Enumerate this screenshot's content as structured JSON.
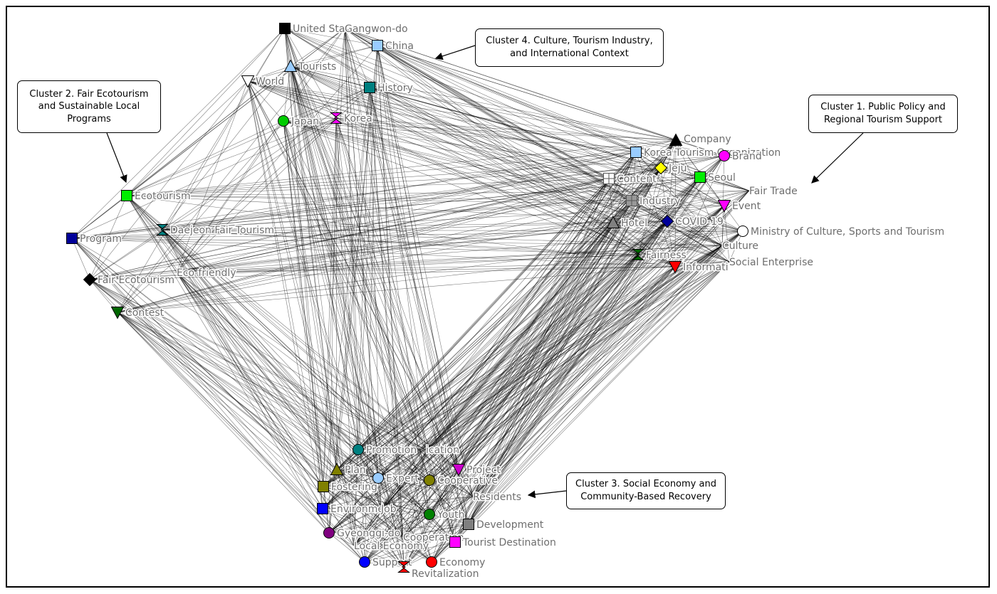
{
  "figure": {
    "clusters": [
      {
        "id": "c1",
        "text": "Cluster 1. Public Policy and\nRegional Tourism Support"
      },
      {
        "id": "c2",
        "text": "Cluster 2. Fair Ecotourism\nand Sustainable Local\nPrograms"
      },
      {
        "id": "c3",
        "text": "Cluster 3. Social Economy and\nCommunity-Based Recovery"
      },
      {
        "id": "c4",
        "text": "Cluster 4. Culture, Tourism Industry,\nand International Context"
      }
    ],
    "nodes": [
      {
        "id": "united-states",
        "label": "United Sta",
        "shape": "square",
        "color": "#000000"
      },
      {
        "id": "gangwon-do",
        "label": "Gangwon-do",
        "shape": "none",
        "color": "#ffffff"
      },
      {
        "id": "china",
        "label": "China",
        "shape": "square",
        "color": "#99ccff"
      },
      {
        "id": "tourists",
        "label": "Tourists",
        "shape": "triangle-up",
        "color": "#99ccff"
      },
      {
        "id": "world",
        "label": "World",
        "shape": "triangle-down",
        "color": "#ffffff"
      },
      {
        "id": "history",
        "label": "History",
        "shape": "square",
        "color": "#008080"
      },
      {
        "id": "japan",
        "label": "Japan",
        "shape": "circle",
        "color": "#00cc00"
      },
      {
        "id": "korea",
        "label": "Korea",
        "shape": "hourglass",
        "color": "#ff00ff"
      },
      {
        "id": "company",
        "label": "Company",
        "shape": "triangle-up",
        "color": "#000000"
      },
      {
        "id": "korea-tourism",
        "label": "Korea Tourism Organization",
        "shape": "square",
        "color": "#99ccff"
      },
      {
        "id": "brand",
        "label": "Brand",
        "shape": "circle",
        "color": "#ff00ff"
      },
      {
        "id": "jeju",
        "label": "Jeju",
        "shape": "diamond",
        "color": "#ffff00"
      },
      {
        "id": "content",
        "label": "Content",
        "shape": "grid",
        "color": "#ffffff"
      },
      {
        "id": "seoul",
        "label": "Seoul",
        "shape": "square",
        "color": "#00ee00"
      },
      {
        "id": "fair-trade",
        "label": "Fair Trade",
        "shape": "none",
        "color": "#ffffff"
      },
      {
        "id": "industry",
        "label": "Industry",
        "shape": "grid",
        "color": "#999999"
      },
      {
        "id": "event",
        "label": "Event",
        "shape": "triangle-down",
        "color": "#ff00ff"
      },
      {
        "id": "hotel",
        "label": "Hotel",
        "shape": "triangle-up",
        "color": "#808080"
      },
      {
        "id": "covid",
        "label": "COVID-19",
        "shape": "diamond",
        "color": "#000099"
      },
      {
        "id": "ministry",
        "label": "Ministry of Culture, Sports and Tourism",
        "shape": "circle",
        "color": "#ffffff"
      },
      {
        "id": "culture",
        "label": "Culture",
        "shape": "none",
        "color": "#ffffff"
      },
      {
        "id": "fairness",
        "label": "Fairness",
        "shape": "hourglass",
        "color": "#006600"
      },
      {
        "id": "information",
        "label": "Informati",
        "shape": "triangle-down",
        "color": "#ff0000"
      },
      {
        "id": "social-enterprise",
        "label": "Social Enterprise",
        "shape": "none",
        "color": "#ffffff"
      },
      {
        "id": "ecotourism",
        "label": "Ecotourism",
        "shape": "square",
        "color": "#00ee00"
      },
      {
        "id": "daejeon",
        "label": "Daejeon Fair Tourism",
        "shape": "hourglass",
        "color": "#008080"
      },
      {
        "id": "program",
        "label": "Program",
        "shape": "square",
        "color": "#000099"
      },
      {
        "id": "fair-ecotourism",
        "label": "Fair Ecotourism",
        "shape": "diamond",
        "color": "#000000"
      },
      {
        "id": "eco-friendly",
        "label": "Eco-friendly",
        "shape": "none",
        "color": "#ffffff"
      },
      {
        "id": "contest",
        "label": "Contest",
        "shape": "triangle-down",
        "color": "#006600"
      },
      {
        "id": "promotion",
        "label": "Promotion",
        "shape": "circle",
        "color": "#008080"
      },
      {
        "id": "communication",
        "label": "ication",
        "shape": "none",
        "color": "#ffffff"
      },
      {
        "id": "plan",
        "label": "Plan",
        "shape": "triangle-up",
        "color": "#808000"
      },
      {
        "id": "project",
        "label": "Project",
        "shape": "triangle-down",
        "color": "#cc00cc"
      },
      {
        "id": "expert",
        "label": "Expert",
        "shape": "circle",
        "color": "#99ccff"
      },
      {
        "id": "cooperative",
        "label": "Cooperative",
        "shape": "circle",
        "color": "#808000"
      },
      {
        "id": "fostering",
        "label": "Fostering",
        "shape": "square",
        "color": "#808000"
      },
      {
        "id": "residents",
        "label": "Residents",
        "shape": "none",
        "color": "#ffffff"
      },
      {
        "id": "environment",
        "label": "Environme",
        "shape": "square",
        "color": "#0000ff"
      },
      {
        "id": "job",
        "label": "Job",
        "shape": "none",
        "color": "#ffffff"
      },
      {
        "id": "youth",
        "label": "Youth",
        "shape": "circle",
        "color": "#008000"
      },
      {
        "id": "development",
        "label": "Development",
        "shape": "square",
        "color": "#808080"
      },
      {
        "id": "gyeonggi-do",
        "label": "Gyeonggi-do",
        "shape": "circle",
        "color": "#800080"
      },
      {
        "id": "cooperation",
        "label": "Cooperation",
        "shape": "none",
        "color": "#ffffff"
      },
      {
        "id": "local-economy",
        "label": "Local Economy",
        "shape": "none",
        "color": "#ffffff"
      },
      {
        "id": "tourist-destination",
        "label": "Tourist Destination",
        "shape": "square",
        "color": "#ff00ff"
      },
      {
        "id": "support",
        "label": "Support",
        "shape": "circle",
        "color": "#0000ff"
      },
      {
        "id": "economy",
        "label": "Economy",
        "shape": "circle",
        "color": "#ff0000"
      },
      {
        "id": "revitalization",
        "label": "Revitalization",
        "shape": "hourglass",
        "color": "#ff0000"
      }
    ]
  }
}
